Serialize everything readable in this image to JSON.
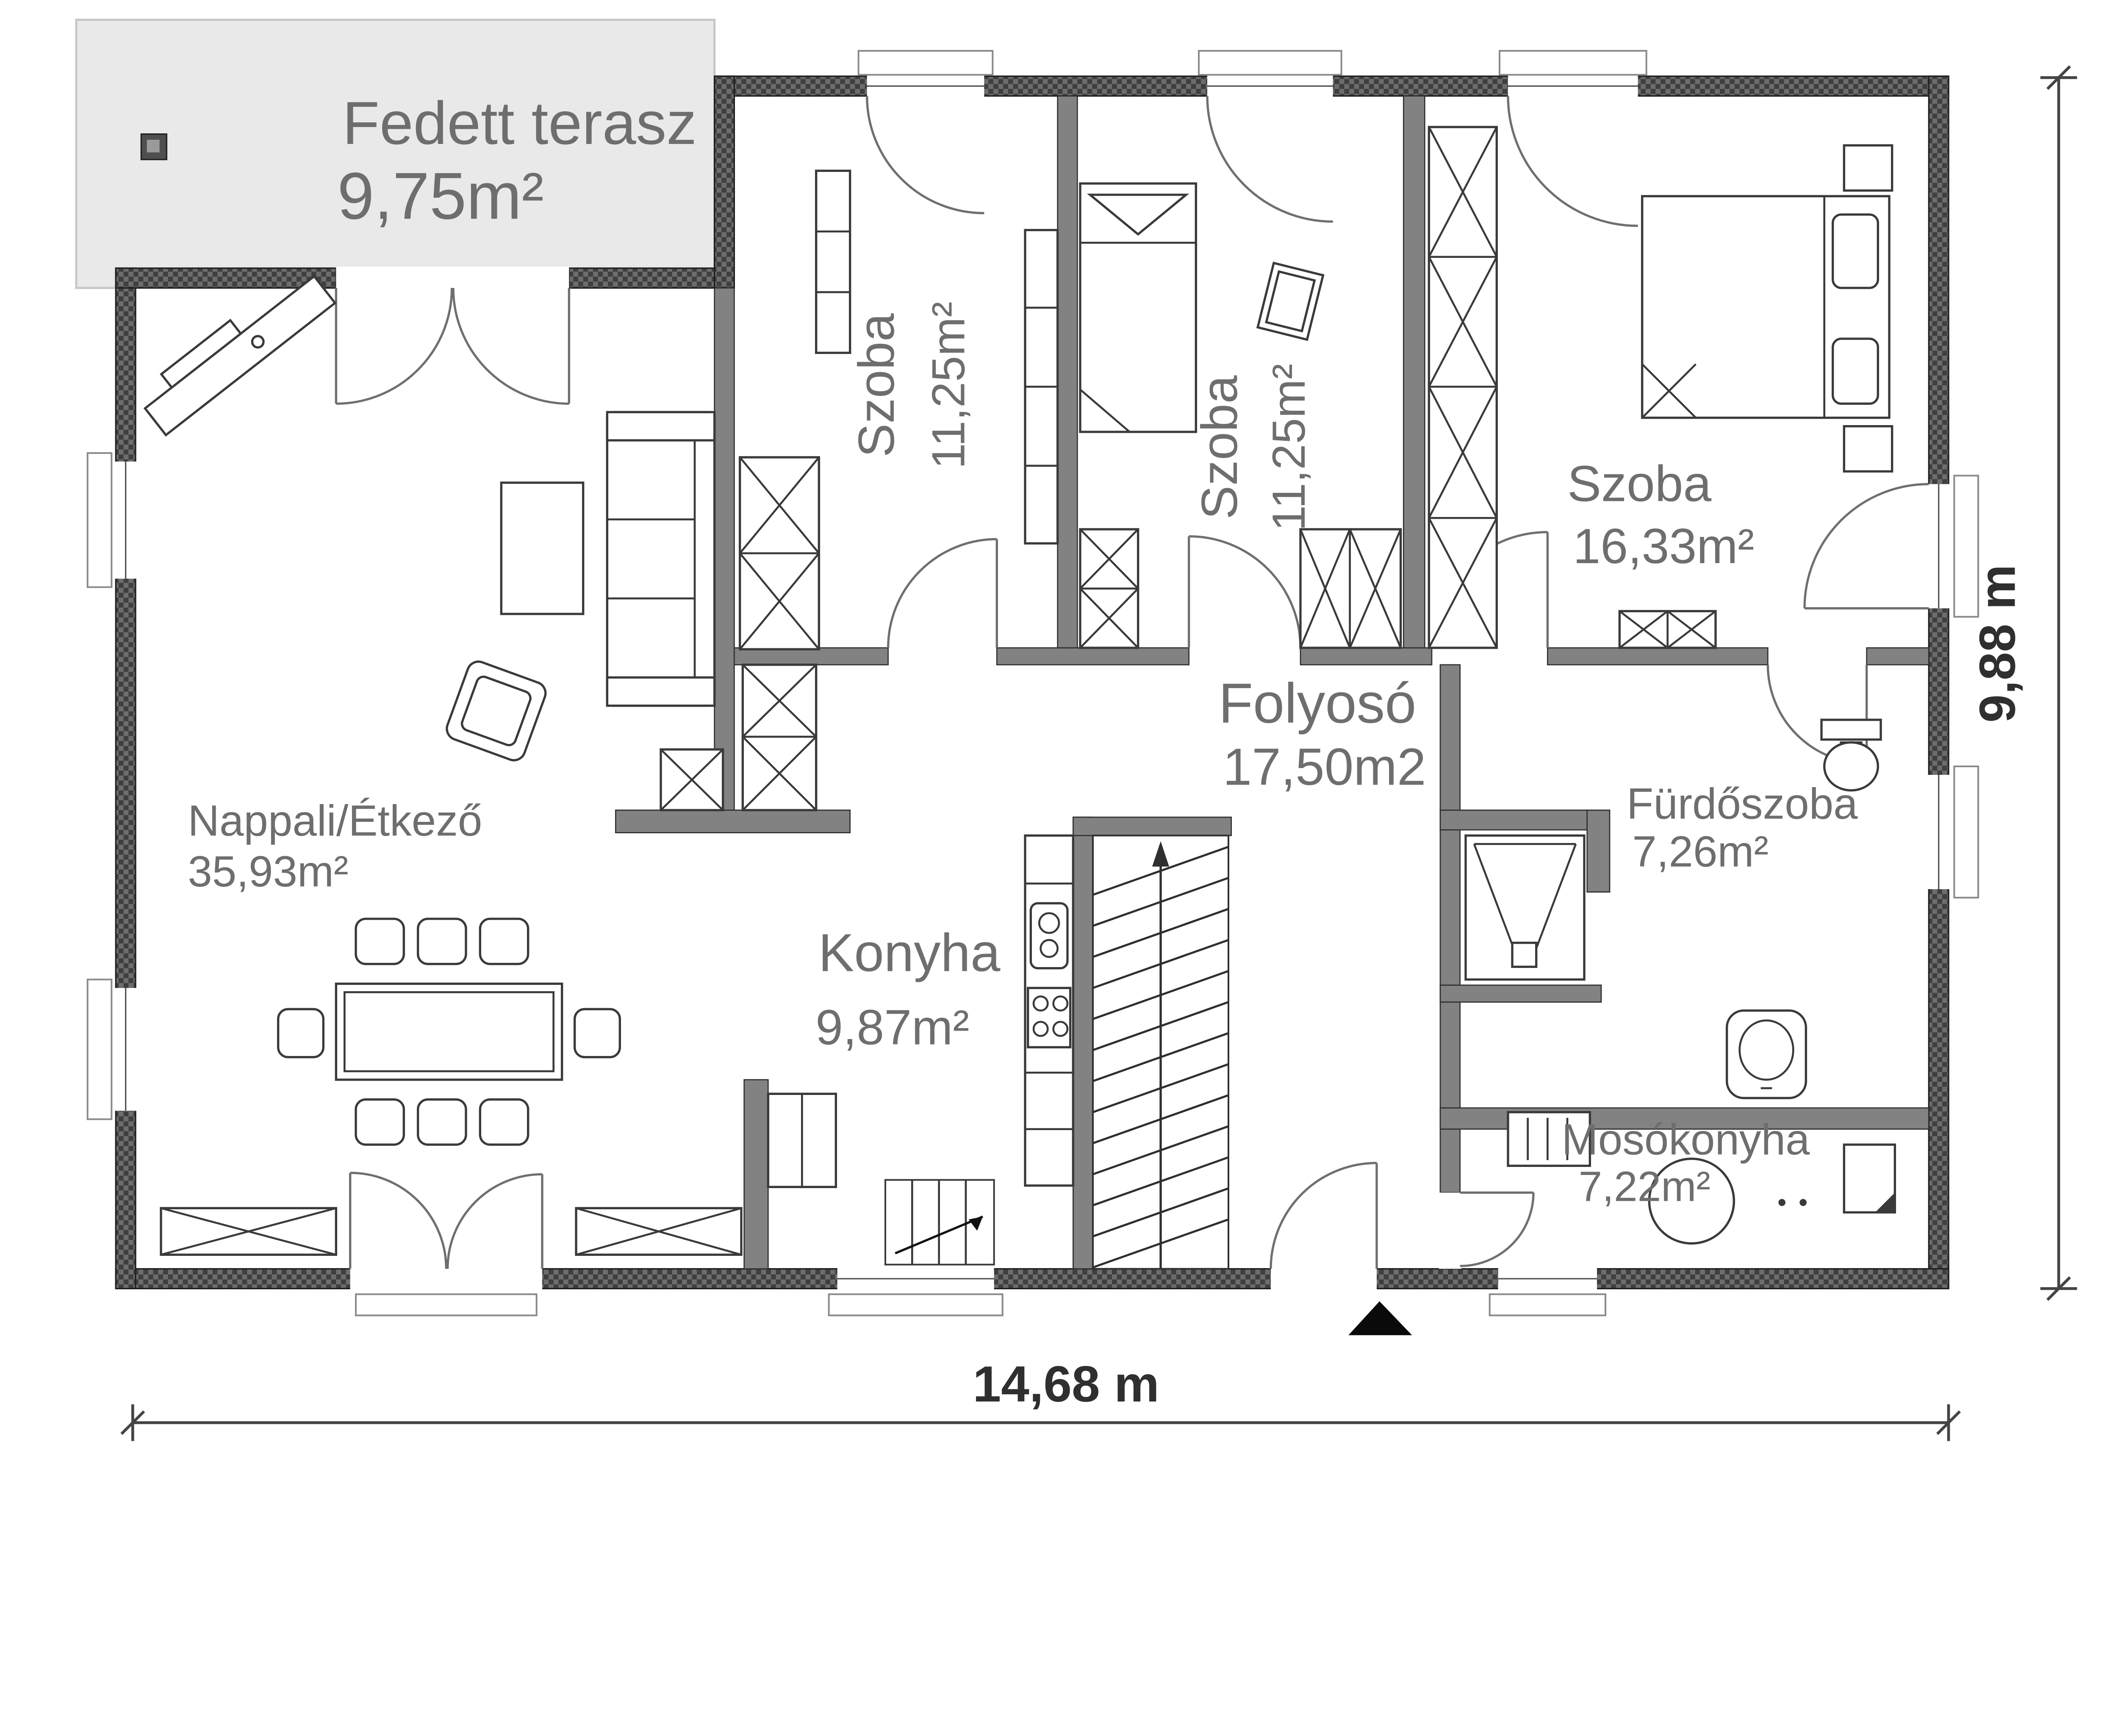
{
  "rooms": {
    "terrace": {
      "name": "Fedett terasz",
      "area": "9,75m²"
    },
    "room1": {
      "name": "Szoba",
      "area": "11,25m²"
    },
    "room2": {
      "name": "Szoba",
      "area": "11,25m²"
    },
    "room3": {
      "name": "Szoba",
      "area": "16,33m²"
    },
    "hallway": {
      "name": "Folyosó",
      "area": "17,50m2"
    },
    "living": {
      "name": "Nappali/Étkező",
      "area": "35,93m²"
    },
    "kitchen": {
      "name": "Konyha",
      "area": "9,87m²"
    },
    "bathroom": {
      "name": "Fürdőszoba",
      "area": "7,26m²"
    },
    "laundry": {
      "name": "Mosókonyha",
      "area": "7,22m²"
    }
  },
  "dimensions": {
    "width": "14,68 m",
    "height": "9,88 m"
  },
  "colors": {
    "exterior_wall": "#4a4a4a",
    "interior_wall": "#828282",
    "terrace_fill": "#e9e9e9",
    "label_text": "#6e6e6e",
    "dimension_text": "#2f2f2f"
  }
}
